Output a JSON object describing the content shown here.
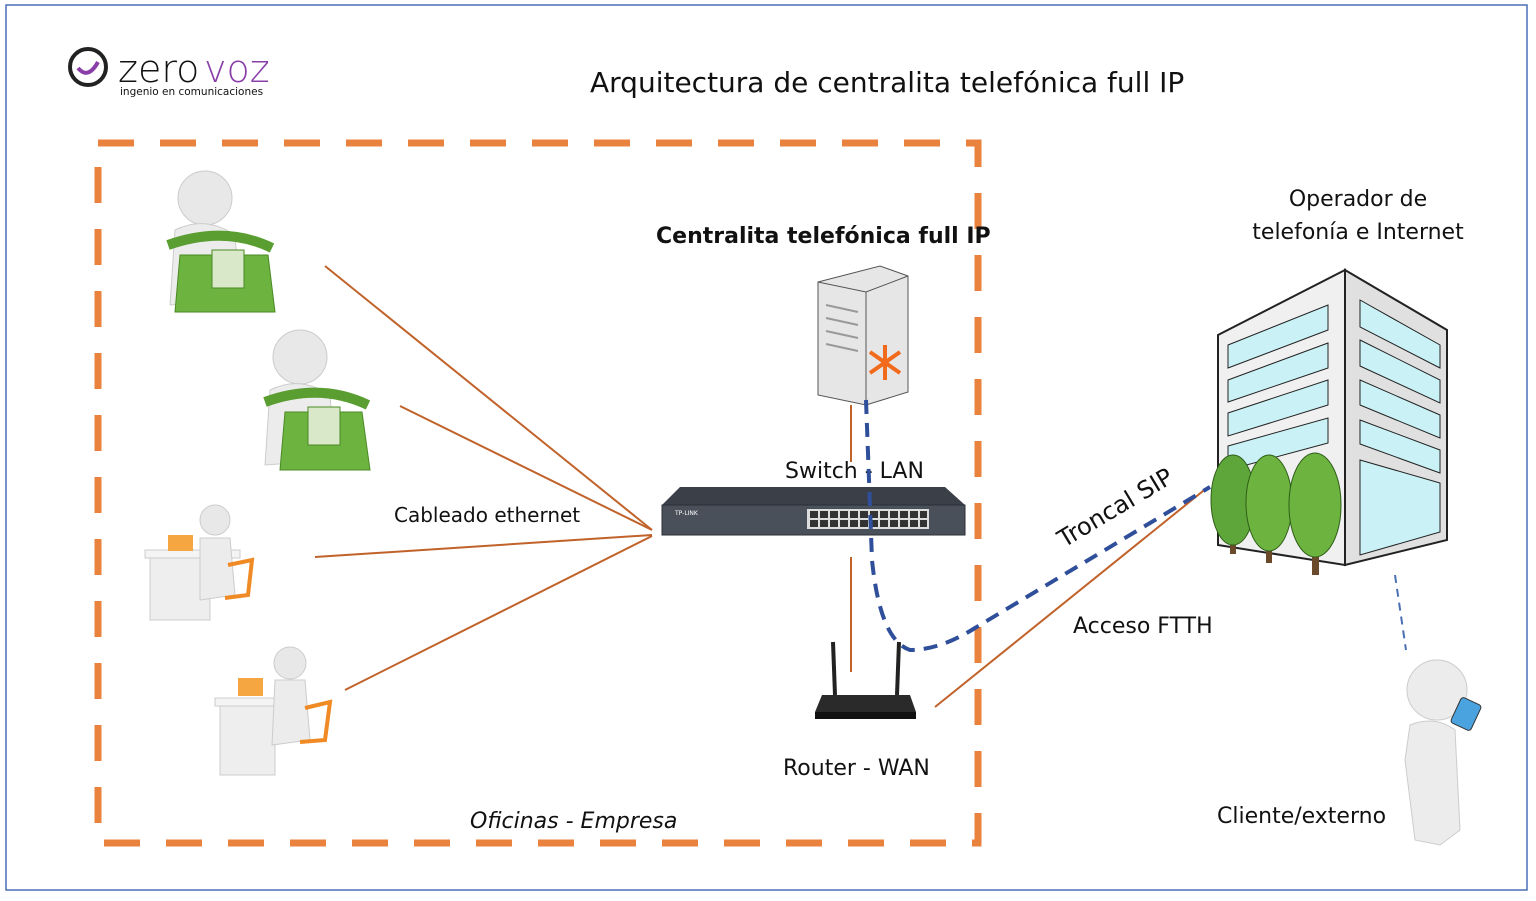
{
  "logo": {
    "brand": "zerovoz",
    "tagline": "ingenio en comunicaciones",
    "colors": {
      "dark": "#222222",
      "purple": "#8A3FA8"
    }
  },
  "title": "Arquitectura de centralita telefónica full IP",
  "labels": {
    "pbx": "Centralita telefónica full IP",
    "switch": "Switch - LAN",
    "cabling": "Cableado ethernet",
    "router": "Router - WAN",
    "office": "Oficinas - Empresa",
    "operator_line1": "Operador de",
    "operator_line2": "telefonía e Internet",
    "trunk": "Troncal SIP",
    "ftth": "Acceso FTTH",
    "client": "Cliente/externo"
  },
  "switch_brand": "TP-LINK",
  "colors": {
    "office_border": "#E8823C",
    "ethernet": "#C0622A",
    "sip": "#2F4F9A",
    "frame": "#4A6FB5",
    "phone": "#6DB33F",
    "asterisk": "#F26A1B"
  }
}
